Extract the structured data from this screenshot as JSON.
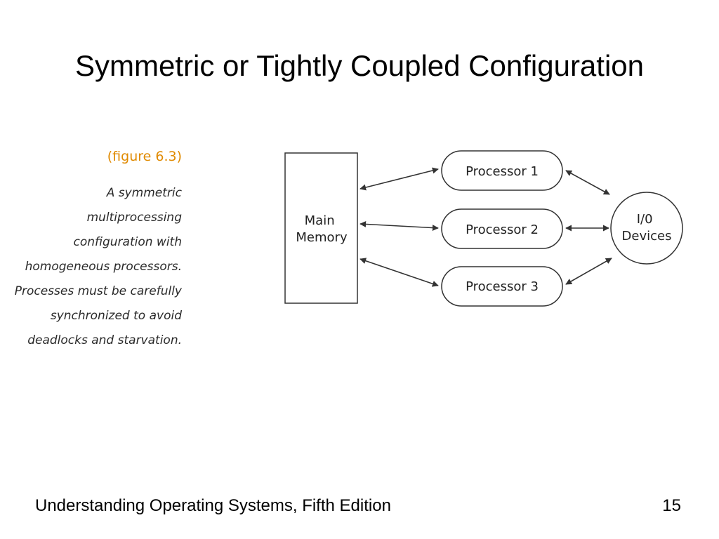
{
  "slide": {
    "title": "Symmetric or Tightly Coupled Configuration"
  },
  "figure": {
    "tag": "(figure 6.3)",
    "caption_lines": [
      "A symmetric",
      "multiprocessing",
      "configuration with",
      "homogeneous processors.",
      "Processes must be carefully",
      "synchronized to avoid",
      "deadlocks and starvation."
    ]
  },
  "diagram": {
    "main_memory": [
      "Main",
      "Memory"
    ],
    "processors": [
      "Processor 1",
      "Processor 2",
      "Processor 3"
    ],
    "io_devices": [
      "I/0",
      "Devices"
    ]
  },
  "footer": {
    "text": "Understanding Operating Systems, Fifth Edition",
    "page_number": "15"
  }
}
